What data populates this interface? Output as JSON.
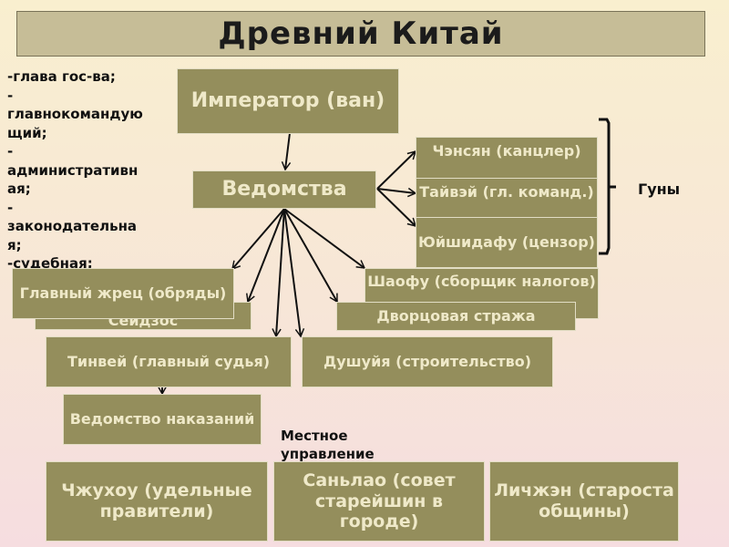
{
  "title": "Древний Китай",
  "left_notes": [
    "-глава гос-ва;",
    "-",
    "главнокомандую",
    "щий;",
    "-",
    "административн",
    "ая;",
    "-",
    "законодательна",
    "я;",
    "-судебная;"
  ],
  "boxes": {
    "emperor": "Император (ван)",
    "vedomstva": "Ведомства",
    "chensyan": "Чэнсян (канцлер)",
    "taivei": "Тайвэй (гл. команд.)",
    "yuishidafu": "Юйшидафу (цензор)",
    "glavny_zhrets": "Главный жрец (обряды)",
    "seidzos": "Сейдзос",
    "shaofu": "Шаофу (сборщик налогов)",
    "dvorts": "Дворцовая стража",
    "tinvei": "Тинвей (главный судья)",
    "dushuiya": "Душуйя (строительство)",
    "vedomstvo_nakazaniy": "Ведомство наказаний",
    "chzhuhou": "Чжухоу (удельные правители)",
    "sanlao": "Саньлао (совет старейшин в городе)",
    "lichzhen": "Личжэн (староста общины)"
  },
  "guny_label": "Гуны",
  "local_label": "Местное управление",
  "colors": {
    "box_fill": "#948e5c",
    "box_text": "#efe9c9",
    "title_fill": "#c6bd97"
  }
}
